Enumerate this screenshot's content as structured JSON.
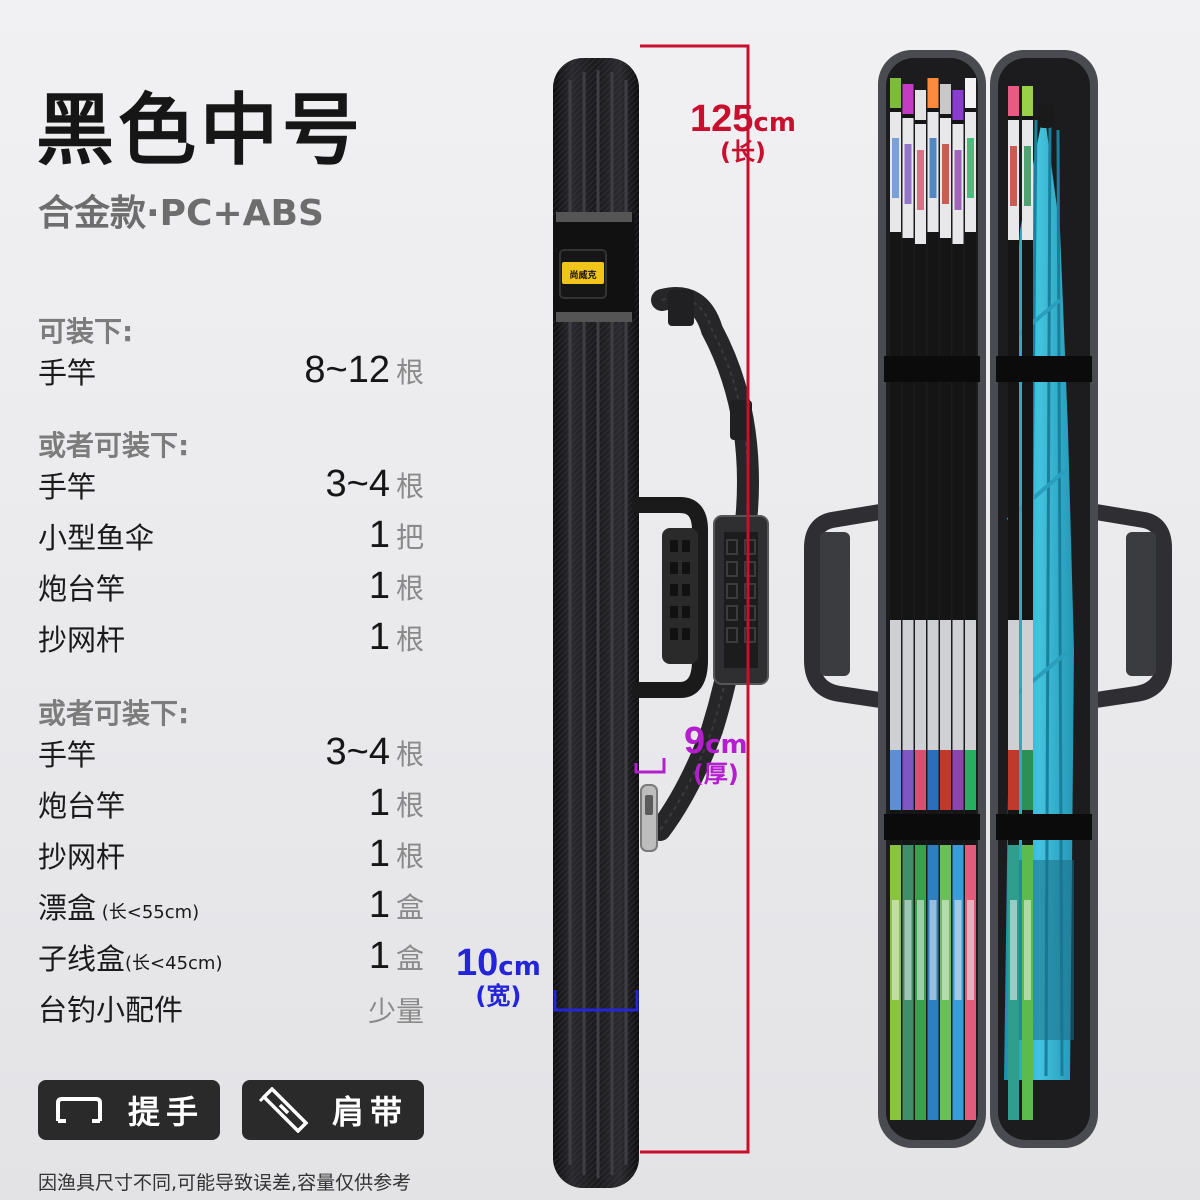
{
  "header": {
    "title": "黑色中号",
    "subtitle": "合金款·PC+ABS"
  },
  "sections": [
    {
      "heading": "可装下:",
      "items": [
        {
          "name": "手竿",
          "note": "",
          "qty": "8~12",
          "unit": "根"
        }
      ]
    },
    {
      "heading": "或者可装下:",
      "items": [
        {
          "name": "手竿",
          "note": "",
          "qty": "3~4",
          "unit": "根"
        },
        {
          "name": "小型鱼伞",
          "note": "",
          "qty": "1",
          "unit": "把"
        },
        {
          "name": "炮台竿",
          "note": "",
          "qty": "1",
          "unit": "根"
        },
        {
          "name": "抄网杆",
          "note": "",
          "qty": "1",
          "unit": "根"
        }
      ]
    },
    {
      "heading": "或者可装下:",
      "items": [
        {
          "name": "手竿",
          "note": "",
          "qty": "3~4",
          "unit": "根"
        },
        {
          "name": "炮台竿",
          "note": "",
          "qty": "1",
          "unit": "根"
        },
        {
          "name": "抄网杆",
          "note": "",
          "qty": "1",
          "unit": "根"
        },
        {
          "name": "漂盒",
          "note": " (长<55cm)",
          "qty": "1",
          "unit": "盒"
        },
        {
          "name": "子线盒",
          "note": "(长<45cm)",
          "qty": "1",
          "unit": "盒"
        },
        {
          "name": "台钓小配件",
          "note": "",
          "qty": "少量",
          "unit": ""
        }
      ]
    }
  ],
  "buttons": {
    "handle": {
      "label": "提手",
      "icon": "handle-icon"
    },
    "strap": {
      "label": "肩带",
      "icon": "strap-icon"
    }
  },
  "footnote": "因渔具尺寸不同,可能导致误差,容量仅供参考",
  "dimensions": {
    "length": {
      "value": "125",
      "unit": "cm",
      "label": "(长)",
      "color": "#c8102e"
    },
    "thickness": {
      "value": "9",
      "unit": "cm",
      "label": "(厚)",
      "color": "#b41ecf"
    },
    "width": {
      "value": "10",
      "unit": "cm",
      "label": "(宽)",
      "color": "#2424d8"
    }
  },
  "product": {
    "brand_badge": "尚威克"
  },
  "colors": {
    "case": "#1b1b1d",
    "open_case": "#2e2f33",
    "umbrella": "#35b3d0"
  }
}
